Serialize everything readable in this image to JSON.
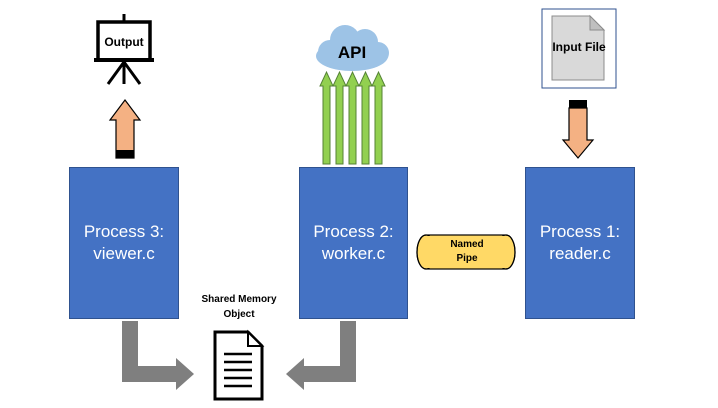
{
  "processes": [
    {
      "title": "Process 3:",
      "file": "viewer.c"
    },
    {
      "title": "Process 2:",
      "file": "worker.c"
    },
    {
      "title": "Process 1:",
      "file": "reader.c"
    }
  ],
  "icons": {
    "output": {
      "label": "Output",
      "icon": "projector-screen-icon"
    },
    "api": {
      "label": "API",
      "icon": "cloud-icon"
    },
    "input": {
      "label": "Input File",
      "icon": "document-icon"
    },
    "shared_memory": {
      "icon": "document-lines-icon"
    }
  },
  "named_pipe": {
    "line1": "Named",
    "line2": "Pipe"
  },
  "shared_memory": {
    "line1": "Shared Memory",
    "line2": "Object"
  },
  "colors": {
    "process": "#4472c4",
    "pipe": "#ffd966",
    "orange_arrow": "#f4b183",
    "green_arrow": "#92d050",
    "gray_arrow": "#7f7f7f",
    "cloud": "#9dc3e6"
  }
}
